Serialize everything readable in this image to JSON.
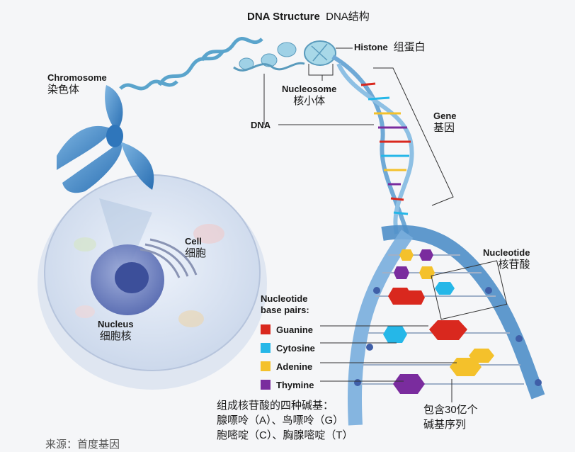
{
  "title": {
    "en": "DNA Structure",
    "cn": "DNA结构"
  },
  "labels": {
    "chromosome": {
      "en": "Chromosome",
      "cn": "染色体"
    },
    "histone": {
      "en": "Histone",
      "cn": "组蛋白"
    },
    "nucleosome": {
      "en": "Nucleosome",
      "cn": "核小体"
    },
    "dna": {
      "en": "DNA"
    },
    "gene": {
      "en": "Gene",
      "cn": "基因"
    },
    "cell": {
      "en": "Cell",
      "cn": "细胞"
    },
    "nucleus": {
      "en": "Nucleus",
      "cn": "细胞核"
    },
    "nucleotide": {
      "en": "Nucleotide",
      "cn": "核苷酸"
    }
  },
  "legend": {
    "heading_1": "Nucleotide",
    "heading_2": "base pairs:",
    "items": [
      {
        "name": "Guanine",
        "color": "#d9281e"
      },
      {
        "name": "Cytosine",
        "color": "#25b7e8"
      },
      {
        "name": "Adenine",
        "color": "#f4c12b"
      },
      {
        "name": "Thymine",
        "color": "#7a2c9e"
      }
    ]
  },
  "bases_note": {
    "line1": "组成核苷酸的四种碱基：",
    "line2": "腺嘌呤（A）、鸟嘌呤（G）",
    "line3": "胞嘧啶（C）、胸腺嘧啶（T）"
  },
  "sequence_note": {
    "line1": "包含30亿个",
    "line2": "碱基序列"
  },
  "source": "来源：首度基因"
}
